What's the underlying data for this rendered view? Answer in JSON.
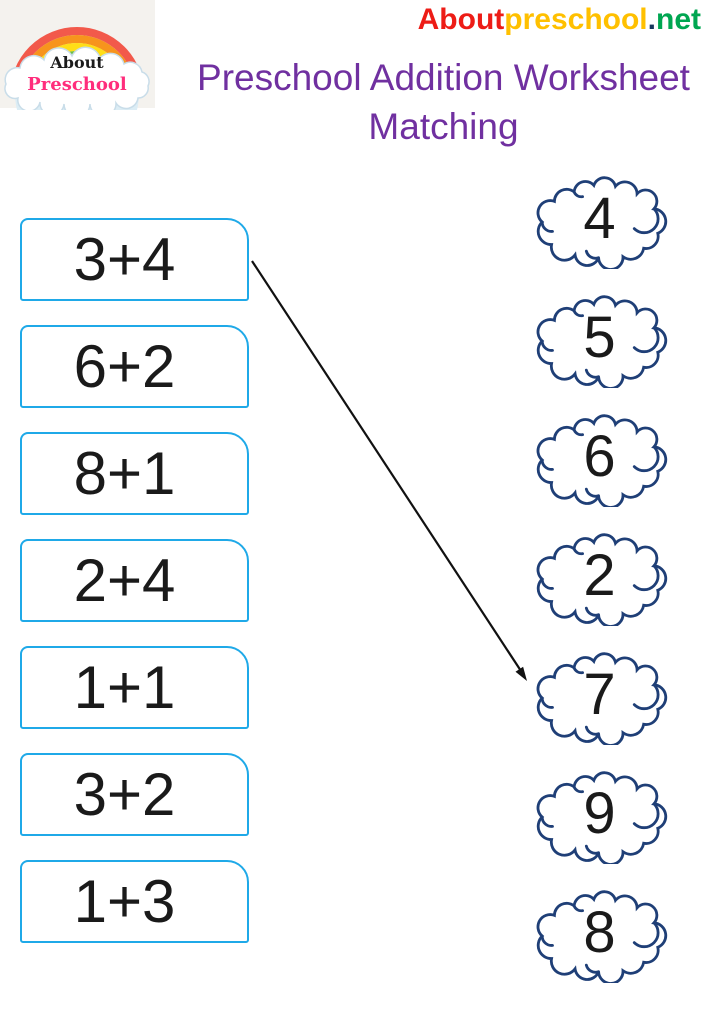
{
  "site": {
    "about": "About",
    "preschool": "preschool",
    "dot": ".",
    "net": "net"
  },
  "header": {
    "title": "Preschool Addition Worksheet",
    "subtitle": "Matching"
  },
  "logo": {
    "line1": "About",
    "line2": "Preschool",
    "icon": "rainbow-cloud-logo"
  },
  "worksheet": {
    "problems": [
      "3+4",
      "6+2",
      "8+1",
      "2+4",
      "1+1",
      "3+2",
      "1+3"
    ],
    "answers": [
      "4",
      "5",
      "6",
      "2",
      "7",
      "9",
      "8"
    ],
    "answer_line": {
      "from": "3+4",
      "to": "7"
    }
  },
  "icons": [
    "rainbow-logo-icon",
    "cloud-icon",
    "match-arrow-icon"
  ],
  "colors": {
    "box-border": "#1FA9E8",
    "cloud-outline": "#1F3F77",
    "title-purple": "#7030A0",
    "site-red": "#ED1C16",
    "site-yellow": "#FFC000",
    "site-dot": "#17365D",
    "site-green": "#00A651",
    "logo-pink": "#FF2D7C",
    "ink": "#1A1A1A",
    "logo-bg": "#F4F2EE"
  }
}
